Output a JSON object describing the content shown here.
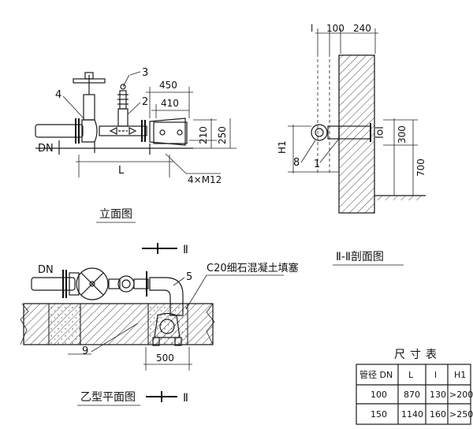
{
  "elevation": {
    "title": "立面图",
    "dn": "DN",
    "callout_2": "2",
    "callout_3": "3",
    "callout_4": "4",
    "dim_450": "450",
    "dim_410": "410",
    "dim_210": "210",
    "dim_250": "250",
    "dim_L": "L",
    "bolt_note": "4×M12"
  },
  "section": {
    "title": "Ⅱ-Ⅱ剖面图",
    "dim_l": "l",
    "dim_100": "100",
    "dim_240": "240",
    "dim_300": "300",
    "dim_700": "700",
    "dim_H1": "H1",
    "callout_8": "8",
    "callout_1": "1"
  },
  "plan": {
    "title": "乙型平面图",
    "cut_mark_top": "Ⅱ",
    "cut_mark_bottom": "Ⅱ",
    "dn": "DN",
    "callout_5": "5",
    "callout_9": "9",
    "fill_note": "C20细石混凝土填塞",
    "dim_500": "500"
  },
  "size_table": {
    "title": "尺寸表",
    "headers": [
      "管径 DN",
      "L",
      "l",
      "H1"
    ],
    "rows": [
      [
        "100",
        "870",
        "130",
        ">200"
      ],
      [
        "150",
        "1140",
        "160",
        ">250"
      ]
    ]
  }
}
